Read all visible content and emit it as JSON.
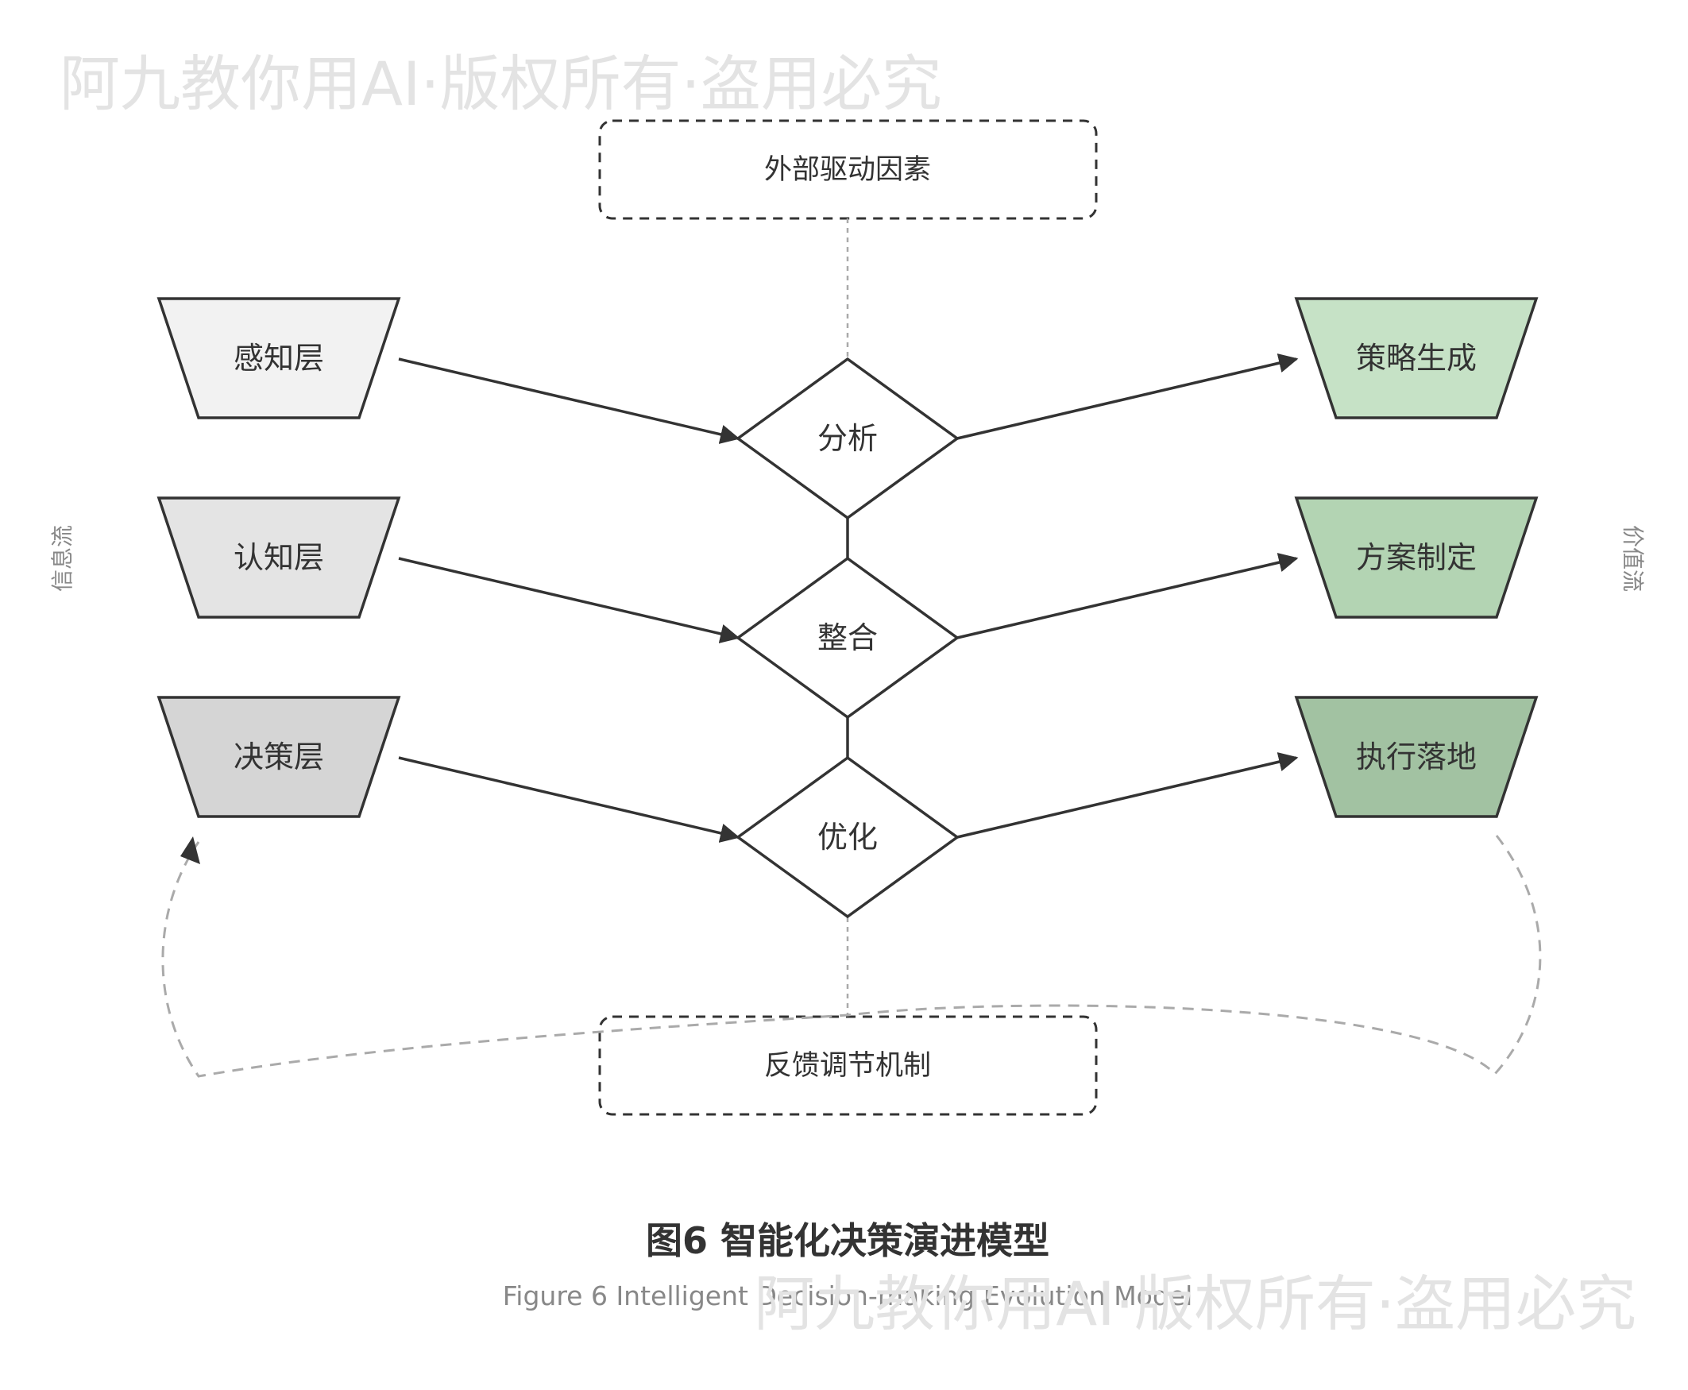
{
  "watermark_text": "阿九教你用AI·版权所有·盗用必究",
  "external_box": {
    "label": "外部驱动因素"
  },
  "feedback_box": {
    "label": "反馈调节机制"
  },
  "left_layers": [
    {
      "label": "感知层",
      "fill": "#f2f2f2"
    },
    {
      "label": "认知层",
      "fill": "#e4e4e4"
    },
    {
      "label": "决策层",
      "fill": "#d5d5d5"
    }
  ],
  "center_nodes": [
    {
      "label": "分析"
    },
    {
      "label": "整合"
    },
    {
      "label": "优化"
    }
  ],
  "right_outputs": [
    {
      "label": "策略生成",
      "fill": "#c6e2c6"
    },
    {
      "label": "方案制定",
      "fill": "#b3d4b3"
    },
    {
      "label": "执行落地",
      "fill": "#a2c2a2"
    }
  ],
  "side_labels": {
    "left": "信息流",
    "right": "价值流"
  },
  "caption": {
    "title": "图6 智能化决策演进模型",
    "subtitle": "Figure 6 Intelligent Decision-making Evolution Model"
  },
  "colors": {
    "stroke": "#333333",
    "dashed": "#aaaaaa",
    "text": "#333333",
    "muted": "#888888"
  }
}
